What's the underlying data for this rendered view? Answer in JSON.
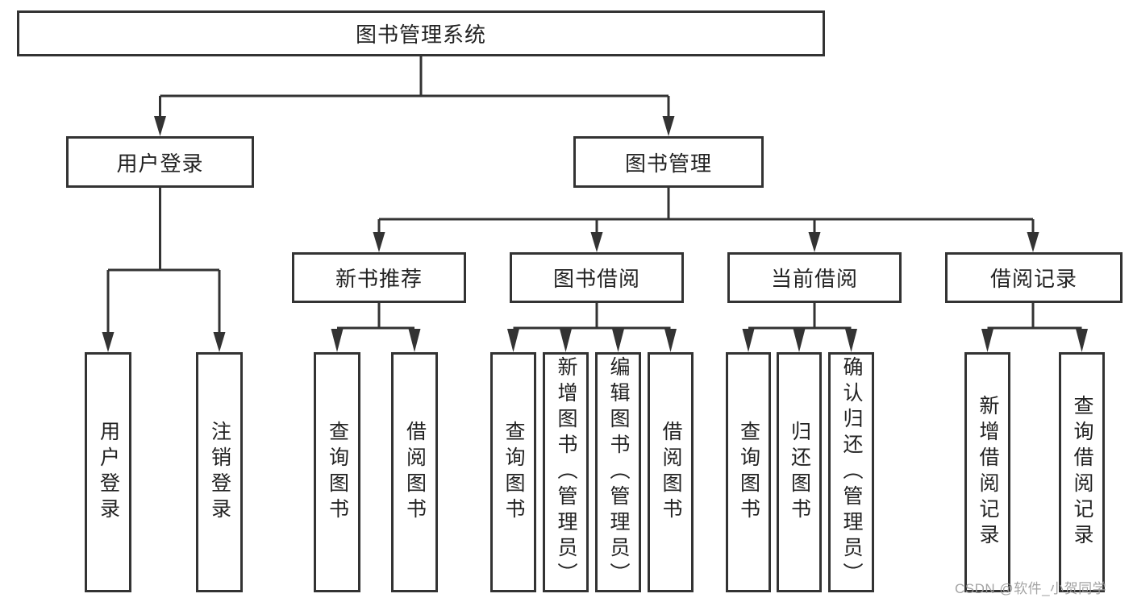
{
  "nodes": {
    "root": {
      "label": "图书管理系统"
    },
    "level2": [
      {
        "label": "用户登录"
      },
      {
        "label": "图书管理"
      }
    ],
    "level3": [
      {
        "label": "新书推荐"
      },
      {
        "label": "图书借阅"
      },
      {
        "label": "当前借阅"
      },
      {
        "label": "借阅记录"
      }
    ],
    "leaves": {
      "user_login": [
        {
          "label": "用户登录"
        },
        {
          "label": "注销登录"
        }
      ],
      "new_book": [
        {
          "label": "查询图书"
        },
        {
          "label": "借阅图书"
        }
      ],
      "book_borrow": [
        {
          "label": "查询图书"
        },
        {
          "label": "新增图书（管理员）"
        },
        {
          "label": "编辑图书（管理员）"
        },
        {
          "label": "借阅图书"
        }
      ],
      "current_borrow": [
        {
          "label": "查询图书"
        },
        {
          "label": "归还图书"
        },
        {
          "label": "确认归还（管理员）"
        }
      ],
      "borrow_record": [
        {
          "label": "新增借阅记录"
        },
        {
          "label": "查询借阅记录"
        }
      ]
    }
  },
  "watermark": {
    "text": "CSDN @软件_小贺同学"
  },
  "colors": {
    "line": "#333333",
    "text": "#222222",
    "watermark": "#9c9c9c",
    "background": "#ffffff"
  }
}
